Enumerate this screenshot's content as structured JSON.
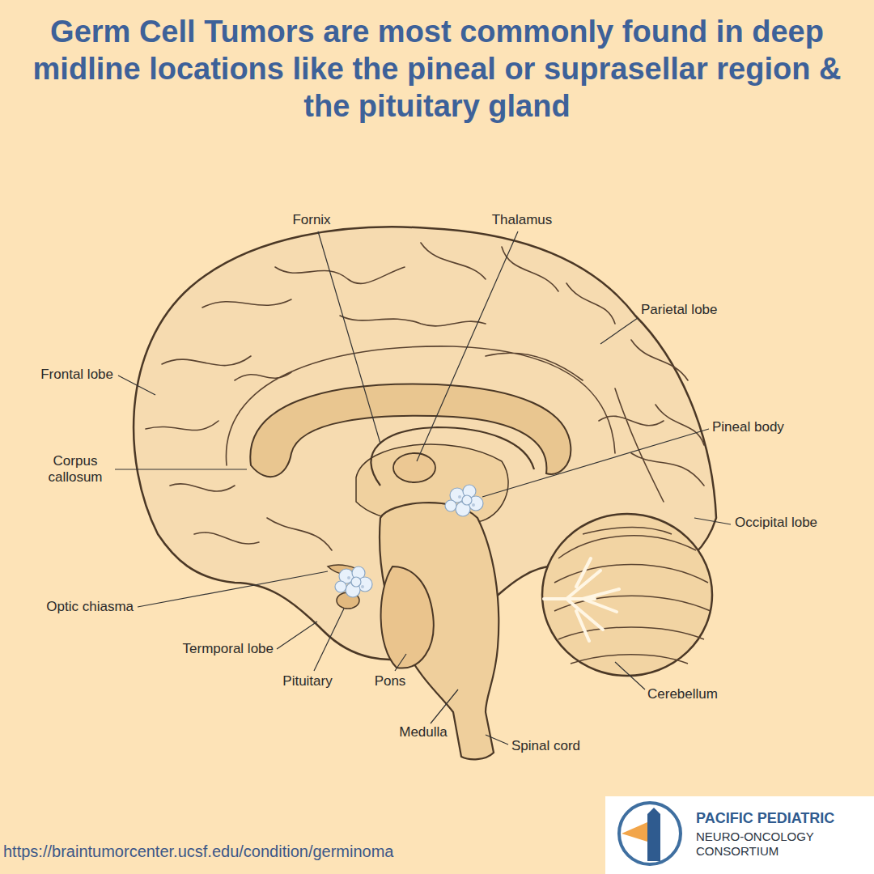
{
  "diagram": {
    "title": "Germ Cell Tumors are most commonly found in deep midline locations like the pineal or suprasellar region & the pituitary gland",
    "labels": [
      "Fornix",
      "Thalamus",
      "Parietal lobe",
      "Frontal lobe",
      "Pineal body",
      "Corpus callosum",
      "Occipital lobe",
      "Optic chiasma",
      "Termporal lobe",
      "Pituitary",
      "Pons",
      "Cerebellum",
      "Medulla",
      "Spinal cord",
      "https://braintumorcenter.ucsf.edu/condition/germinoma",
      "PACIFIC PEDIATRIC",
      "NEURO-ONCOLOGY CONSORTIUM"
    ]
  }
}
